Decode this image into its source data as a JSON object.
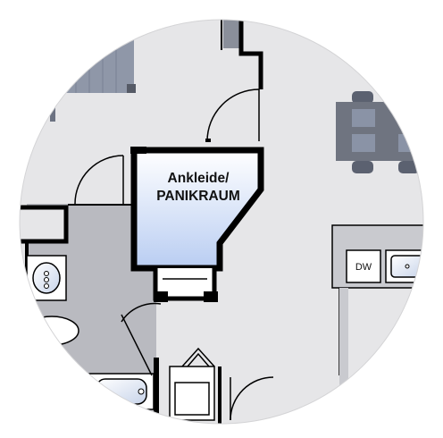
{
  "room_label": {
    "line1": "Ankleide/",
    "line2": "PANIKRAUM"
  },
  "appliance_label": "DW",
  "colors": {
    "floor": "#e6e6e8",
    "wall": "#000000",
    "bathroom_floor": "#b9bac0",
    "stair": "#8f97a8",
    "table": "#6f7480",
    "chair": "#5b6170",
    "panic_gradient_top": "#ffffff",
    "panic_gradient_bottom": "#b9cdf2",
    "counter": "#c9cacf"
  }
}
